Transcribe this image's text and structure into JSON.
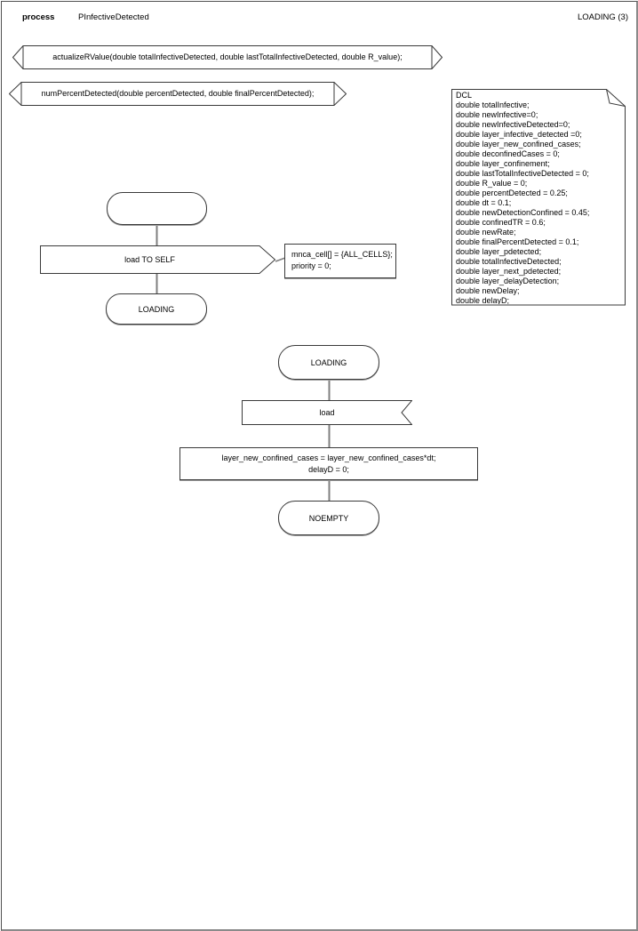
{
  "header": {
    "kind_label": "process",
    "process_name": "PInfectiveDetected",
    "page_label": "LOADING (3)"
  },
  "procedure_declarations": [
    "actualizeRValue(double totalInfectiveDetected, double lastTotalInfectiveDetected, double R_value);",
    "numPercentDetected(double percentDetected, double finalPercentDetected);"
  ],
  "dcl_box": {
    "text": "DCL\ndouble totalInfective;\ndouble newInfective=0;\ndouble newInfectiveDetected=0;\ndouble layer_infective_detected =0;\ndouble layer_new_confined_cases;\ndouble deconfinedCases = 0;\ndouble layer_confinement;\ndouble lastTotalInfectiveDetected = 0;\ndouble R_value = 0;\ndouble percentDetected = 0.25;\ndouble dt = 0.1;\ndouble newDetectionConfined = 0.45;\ndouble confinedTR = 0.6;\ndouble newRate;\ndouble finalPercentDetected = 0.1;\ndouble layer_pdetected;\ndouble totalInfectiveDetected;\ndouble layer_next_pdetected;\ndouble layer_delayDetection;\ndouble newDelay;\ndouble delayD;"
  },
  "start_flow": {
    "output_label": "load TO SELF",
    "comment_line1": "mnca_cell[] = {ALL_CELLS};",
    "comment_line2": "priority = 0;",
    "next_state": "LOADING"
  },
  "loading_flow": {
    "state": "LOADING",
    "input_label": "load",
    "task_line1": "layer_new_confined_cases = layer_new_confined_cases*dt;",
    "task_line2": "delayD = 0;",
    "next_state": "NOEMPTY"
  },
  "colors": {
    "shape_border": "#3a3a3a",
    "connector": "#7f7f7f",
    "background": "#ffffff"
  }
}
